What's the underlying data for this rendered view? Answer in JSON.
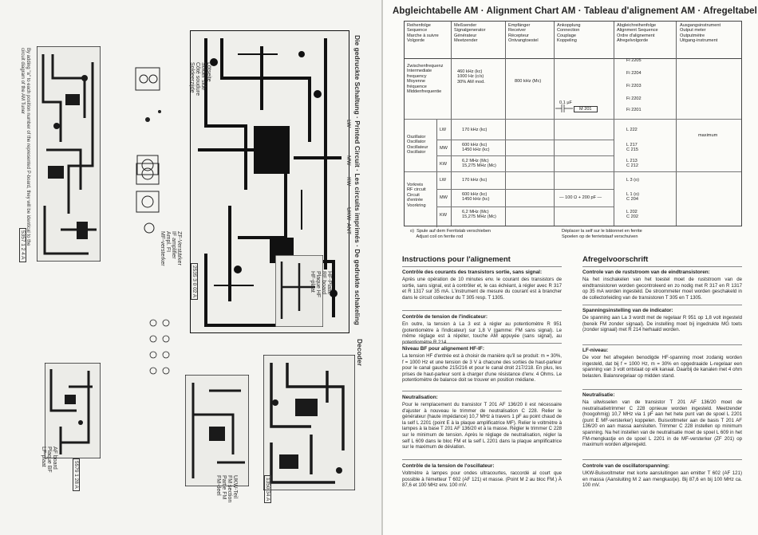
{
  "left": {
    "heading": "Die gedruckte Schaltung · Printed Circuit · Les circuits imprimés · De gedrukte schakeling",
    "side_note": "By adding \"a\" to each position number of the represented P-board, they will be identical to the circuit diagram of the AM Tuner",
    "decoder_label": "Decoder",
    "legend_a": "Lötseite\nSolder side\nCôté soudure\nSoldeerzijde",
    "legend_b": "HF-Platte\nRF board\nPlaque HF\nHF-plaat",
    "legend_c": "ZF-Verstärker\nIF amplifier\nAmpl. FI\nMF-versterker",
    "legend_d": "UKW-Teil\nFM section\nPartie FM\nFM-deel",
    "legend_e": "AF board\nPlaque BF\nLF-plaat",
    "code_1": "5357 1 2 4 A",
    "code_2": "2535 3 0 02 A",
    "code_3": "5579 1 28 A",
    "code_4": "1350 34 A",
    "ant": "ANT",
    "lw": "LW",
    "mw": "MW",
    "kw": "KW",
    "ukw": "UKW"
  },
  "right": {
    "title": "Abgleichtabelle AM · Alignment Chart AM · Tableau d'alignement AM · Afregeltabel AM",
    "table": {
      "headers": [
        "Reihenfolge\nSequence\nMarche à suivre\nVolgorde",
        "Meßsender\nSignalgenerator\nGénérateur\nMeetzender",
        "Empfänger\nReceiver\nRécepteur\nOntvangtoestel",
        "Ankopplung\nConnection\nCouplage\nKoppeling",
        "Abgleichreihenfolge\nAlignment Sequence\nOrdre d'alignement\nAfregelvolgorde",
        "Ausgangsinstrument\nOutput meter\nOutputmètre\nUitgang-instrument"
      ],
      "if_label": "Zwischenfrequenz\nIntermediate\nfrequency\nMoyenne\nfréquence\nMiddenfrequentie",
      "if_gen": "460 kHz (kc)\n1000 Hz (c/s)\n30% AM mod.",
      "if_rec": "800 kHz (Mc)",
      "if_coupling": "0,1 µF",
      "if_coupling_box": "M 201",
      "if_fi": [
        "Fi 2205",
        "Fi 2204",
        "Fi 2203",
        "Fi 2202",
        "Fi 2201"
      ],
      "osc_label": "Oszillator\nOscillator\nOscillateur\nOscillator",
      "rf_label": "Vorkreis\nRF circuit\nCircuit\nd'entrée\nVoorkring",
      "output_meter": "maximum",
      "osc_rows": [
        {
          "band": "LW",
          "gen": "170 kHz (kc)",
          "align": "L 222"
        },
        {
          "band": "MW",
          "gen": "600 kHz (kc)\n1450 kHz (kc)",
          "align": "L 217\nC 215"
        },
        {
          "band": "KW",
          "gen": "6,2 MHz (Mc)\n15,275 MHz (Mc)",
          "align": "L 213\nC 212"
        }
      ],
      "rf_rows": [
        {
          "band": "LW",
          "gen": "170 kHz (kc)",
          "align": "L 3 (o)"
        },
        {
          "band": "MW",
          "gen": "600 kHz (kc)\n1450 kHz (kc)",
          "align": "L 1 (o)\nC 204"
        },
        {
          "band": "KW",
          "gen": "6,2 MHz (Mc)\n15,275 MHz (Mc)",
          "align": "L 202\nC 202"
        }
      ],
      "rf_coupling": "— 100 Ω + 200 pF —"
    },
    "footnote_left": "o)  Spule auf dem Ferritstab verschieben\n     Adjust coil on ferrite rod",
    "footnote_right": "Déplacer la self sur le bâtonnet en ferrite\nSpoelen op de ferrietstaaf verschuiven",
    "fr": {
      "heading": "Instructions pour l'alignement",
      "s1_title": "Contrôle des courants des transistors sortie, sans signal:",
      "s1_text": "Après une opération de 10 minutes env. le courant des transistors de sortie, sans signal, est à contrôler et, le cas échéant, à régler avec R 317 et R 1317 sur 35 mA. L'instrument de mesure du courant est à brancher dans le circuit collecteur du T 305 resp. T 1305.",
      "s2_title": "Contrôle de tension de l'indicateur:",
      "s2_text": "En outre, la tension à La 3 est à régler au potentiomètre R 951 (potentiomètre à l'indicateur) sur 1,8 V (gamme: FM sans signal). Le même réglage est à répéter, touche AM appuyée (sans signal), au potentiomètre R 214.",
      "s3_title": "Niveau BF pour alignement HF-IF:",
      "s3_text": "La tension HF d'entrée est à choisir de manière qu'il se produit: m = 30%, f = 1000 Hz et une tension de 3 V à chacune des sorties de haut-parleur pour le canal gauche 215/216 et pour le canal droit 217/218. En plus, les prises de haut-parleur sont à charger d'une résistance d'env. 4 Ohms. Le potentiomètre de balance doit se trouver en position médiane.",
      "s4_title": "Neutralisation:",
      "s4_text": "Pour le remplacement du transistor T 201 AF 136/20 il est nécessaire d'ajuster à nouveau le trimmer de neutralisation C 228. Relier le générateur (haute impédance) 10,7 MHz à travers 1 pF au point chaud de la self L 2201 (point E à la plaque amplificatrice MF). Relier le voltmètre à lampes à la base T 201 AF 136/20 et à la masse. Régler le trimmer C 228 sur le minimum de tension. Après le réglage de neutralisation, régler la self L 609 dans le bloc FM et la self L 2201 dans la plaque amplificatrice sur le maximum de déviation.",
      "s5_title": "Contrôle de la tension de l'oscillateur:",
      "s5_text": "Voltmètre à lampes pour ondes ultracourtes, raccordé al court que possible à l'émetteur T 602 (AF 121) et masse. (Point M 2 au bloc FM.) À 87,6 et 100 MHz env. 100 mV."
    },
    "nl": {
      "heading": "Afregelvoorschrift",
      "s1_title": "Controle van de ruststroom van de eindtransistoren:",
      "s1_text": "Na het inschakelen van het toestel moet de ruststroom van de eindtransistoren worden gecontroleerd en zo nodig met R 317 en R 1317 op 35 mA worden ingesteld. De stroommeter moet worden geschakeld in de collectorleiding van de transistoren T 305 en T 1305.",
      "s2_title": "Spanningsinstelling van de indicator:",
      "s2_text": "De spanning aan La 3 wordt met de regelaar R 951 op 1,8 volt ingesteld (bereik FM zonder signaal). De instelling moet bij ingedrukte MG toets (zonder signaal) met R 214 herhaald worden.",
      "s3_title": "LF-niveau:",
      "s3_text": "De voor het afregelen benodigde HF-spanning moet zodanig worden ingesteld, dat bij f = 1000 Hz, m = 30% en opgedraaide L-regelaar een spanning van 3 volt ontstaat op elk kanaal. Daarbij de kanalen met 4 ohm belasten. Balansregelaar op midden stand.",
      "s4_title": "Neutralisatie:",
      "s4_text": "Na uitwisselen van de transistor T 201 AF 136/20 moet de neutralisatietrimmer C 228 opnieuw worden ingesteld. Meetzender (hoogohmig) 10,7 MHz via 1 pF aan het hete punt van de spoel L 2201 (punt E MF-versterker) koppelen. Buisvoltmeter aan de basis T 201 AF 136/20 en aan massa aansluiten. Trimmer C 228 instellen op minimum spanning. Na het instellen van de neutralisatie moet de spoel L 609 in het FM-mengkastje en de spoel L 2201 in de MF-versterker (ZF 201) op maximum worden afgeregeld.",
      "s5_title": "Controle van de oscillatorspanning:",
      "s5_text": "UKW-Buisvoltmeter met korte aansluitingen aan emitter T 602 (AF 121) en massa (Aansluiting M 2 aan mengkastje). Bij 87,6 en bij 100 MHz ca. 100 mV."
    }
  }
}
